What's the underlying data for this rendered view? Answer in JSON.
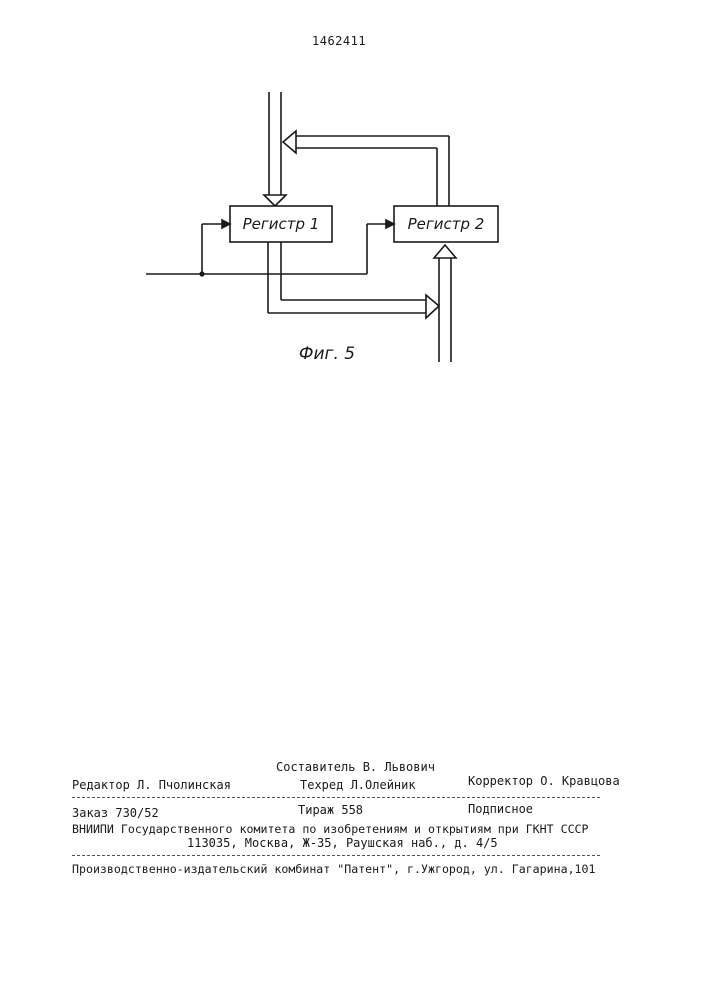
{
  "patent_number": "1462411",
  "diagram": {
    "register1_label": "Регистр 1",
    "register2_label": "Регистр 2",
    "figure_caption": "Фиг. 5"
  },
  "colophon": {
    "compiler": "Составитель В. Львович",
    "editor": "Редактор Л. Пчолинская",
    "techred": "Техред Л.Олейник",
    "corrector": "Корректор О. Кравцова",
    "order": "Заказ 730/52",
    "circulation": "Тираж 558",
    "subscription": "Подписное",
    "institute": "ВНИИПИ Государственного комитета по изобретениям и открытиям при ГКНТ СССР",
    "address": "113035, Москва, Ж-35, Раушская наб., д. 4/5",
    "publisher": "Производственно-издательский комбинат \"Патент\", г.Ужгород, ул. Гагарина,101"
  }
}
